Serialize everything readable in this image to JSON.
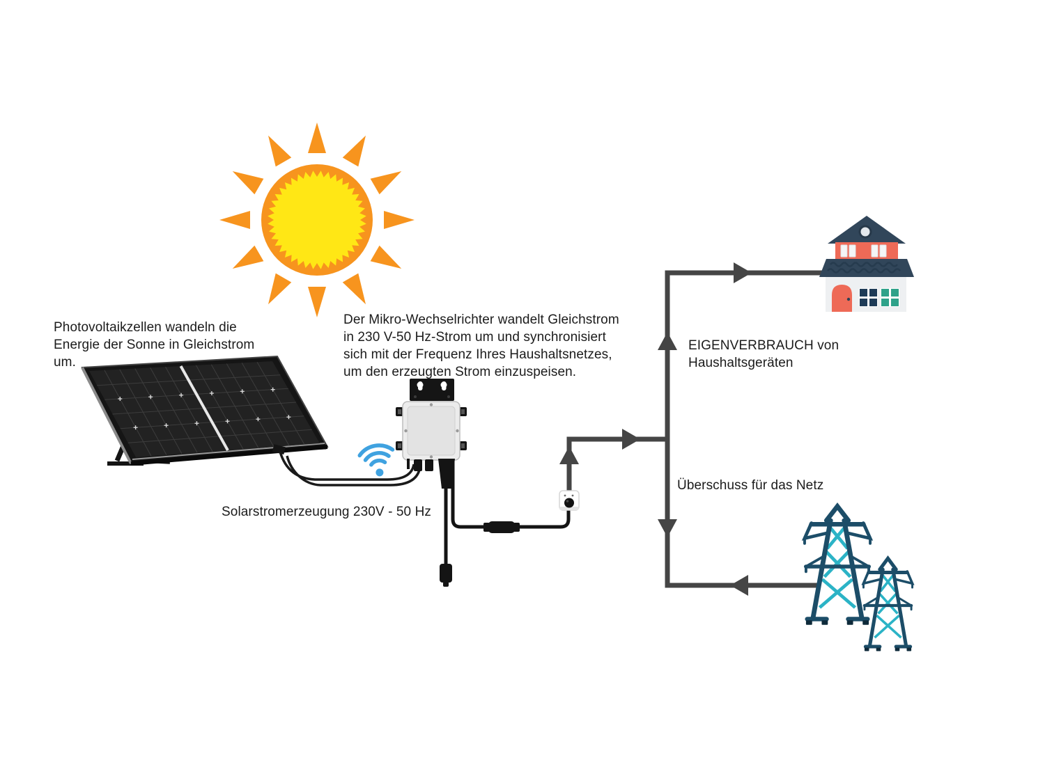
{
  "labels": {
    "photovoltaic": "Photovoltaikzellen wandeln die Energie der Sonne in Gleichstrom um.",
    "inverter": "Der Mikro-Wechselrichter wandelt Gleichstrom in 230 V-50 Hz-Strom um und synchronisiert sich mit der Frequenz Ihres Haushaltsnetzes, um den erzeugten Strom einzuspeisen.",
    "generation": "Solarstromerzeugung 230V - 50 Hz",
    "self_consumption": "EIGENVERBRAUCH von Haushaltsgeräten",
    "surplus": "Überschuss für das Netz"
  },
  "icons": {
    "sun": "sun-icon",
    "solar_panel": "solar-panel-icon",
    "micro_inverter": "micro-inverter-icon",
    "wifi": "wifi-icon",
    "power_outlet": "power-outlet-icon",
    "house": "house-icon",
    "transmission_tower": "transmission-tower-icon",
    "flow_arrow": "flow-arrow-icon"
  },
  "colors": {
    "background": "#FFFFFF",
    "sun_orange": "#F7941E",
    "sun_yellow": "#FFE715",
    "wifi_blue": "#3FA2E0",
    "flow_line_gray": "#454545",
    "cable_black": "#141414",
    "house_roof_slate": "#31465A",
    "house_wall_coral": "#EE6A57",
    "window_navy": "#1E3B57",
    "window_teal": "#2EA28A",
    "tower_blue": "#1C4D68",
    "tower_teal": "#2BB3C6",
    "panel_black": "#161616",
    "text_color": "#1B1B1B"
  }
}
